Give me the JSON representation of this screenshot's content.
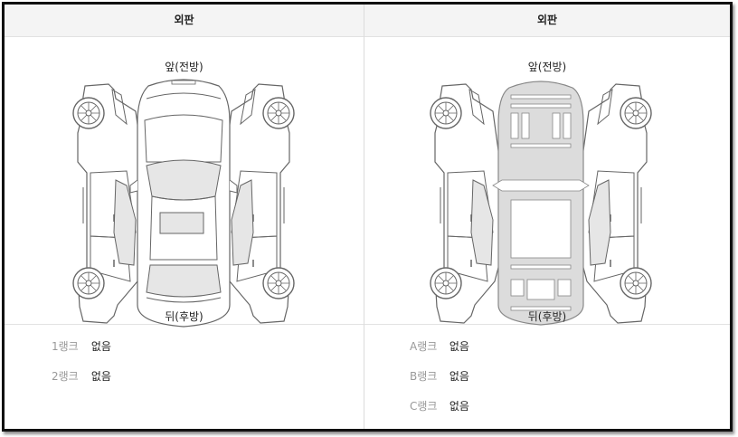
{
  "panels": [
    {
      "header": "외판",
      "front_label": "앞(전방)",
      "rear_label": "뒤(후방)",
      "diagram": "car-exterior-panels",
      "ranks": [
        {
          "name": "1랭크",
          "value": "없음"
        },
        {
          "name": "2랭크",
          "value": "없음"
        }
      ]
    },
    {
      "header": "외판",
      "front_label": "앞(전방)",
      "rear_label": "뒤(후방)",
      "diagram": "car-frame-structure",
      "ranks": [
        {
          "name": "A랭크",
          "value": "없음"
        },
        {
          "name": "B랭크",
          "value": "없음"
        },
        {
          "name": "C랭크",
          "value": "없음"
        }
      ]
    }
  ],
  "colors": {
    "header_bg": "#f4f4f4",
    "line": "#666666",
    "panel_fill": "#e6e6e6",
    "frame_fill": "#dcdcdc"
  }
}
